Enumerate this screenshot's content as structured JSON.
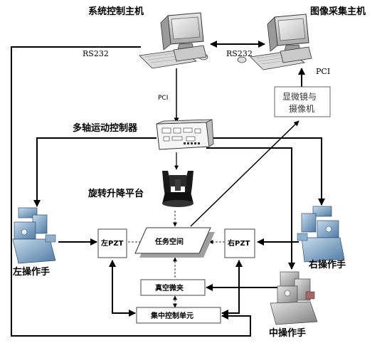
{
  "labels": {
    "system_host": "系统控制主机",
    "image_host": "图像采集主机",
    "rs232_left": "RS232",
    "rs232_right": "RS232",
    "pci_left": "PCI",
    "pci_right": "PCI",
    "camera_line1": "显微镜与",
    "camera_line2": "摄像机",
    "motion_controller": "多轴运动控制器",
    "rotary_platform": "旋转升降平台",
    "left_manipulator": "左操作手",
    "right_manipulator": "右操作手",
    "middle_manipulator": "中操作手",
    "left_pzt": "左PZT",
    "right_pzt": "右PZT",
    "task_space": "任务空间",
    "vacuum_gripper": "真空微夹",
    "central_control": "集中控制单元"
  },
  "icons": {
    "system_host": "desktop-computer-icon",
    "image_host": "desktop-computer-icon",
    "motion_controller": "pci-card-icon",
    "rotary_platform": "rotary-lift-platform-image",
    "left_manipulator": "micromanipulator-image",
    "right_manipulator": "micromanipulator-image",
    "middle_manipulator": "micromanipulator-image"
  }
}
